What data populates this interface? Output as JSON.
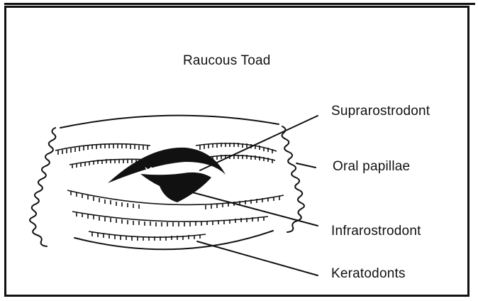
{
  "diagram": {
    "title": "Raucous Toad",
    "labels": {
      "suprarostrodont": "Suprarostrodont",
      "oral_papillae": "Oral papillae",
      "infrarostrodont": "Infrarostrodont",
      "keratodonts": "Keratodonts"
    }
  },
  "colors": {
    "ink": "#111111",
    "background": "#ffffff"
  }
}
